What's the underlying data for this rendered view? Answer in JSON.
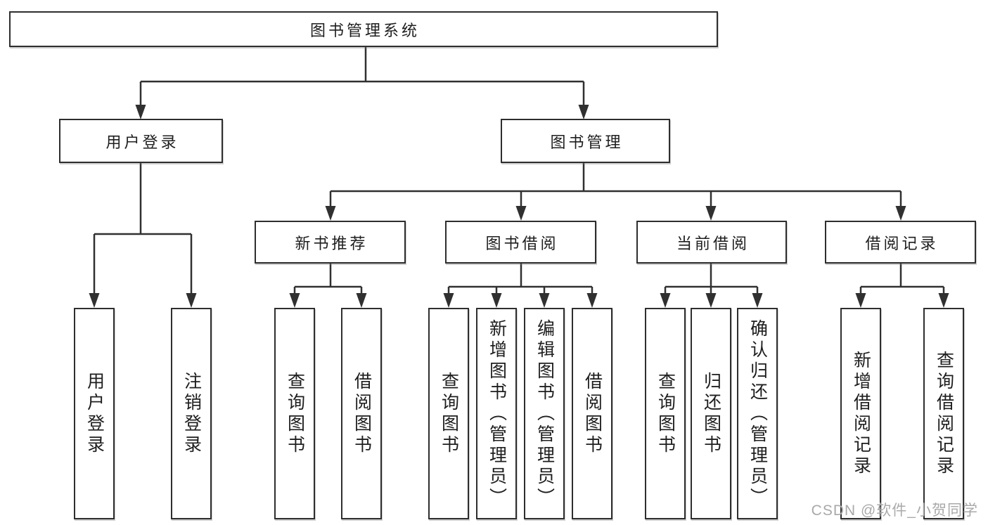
{
  "diagram": {
    "type": "hierarchy-tree",
    "watermark": "CSDN @软件_小贺同学",
    "colors": {
      "background": "#ffffff",
      "line": "#303030",
      "box_border": "#2e2e2e",
      "box_fill": "#ffffff",
      "text": "#1e1e1e",
      "watermark_text": "#a9a9a9"
    },
    "tree": {
      "root": {
        "label": "图书管理系统",
        "children": [
          {
            "label": "用户登录",
            "children": [
              {
                "label": "用户登录"
              },
              {
                "label": "注销登录"
              }
            ]
          },
          {
            "label": "图书管理",
            "children": [
              {
                "label": "新书推荐",
                "children": [
                  {
                    "label": "查询图书"
                  },
                  {
                    "label": "借阅图书"
                  }
                ]
              },
              {
                "label": "图书借阅",
                "children": [
                  {
                    "label": "查询图书"
                  },
                  {
                    "label": "新增图书（管理员）"
                  },
                  {
                    "label": "编辑图书（管理员）"
                  },
                  {
                    "label": "借阅图书"
                  }
                ]
              },
              {
                "label": "当前借阅",
                "children": [
                  {
                    "label": "查询图书"
                  },
                  {
                    "label": "归还图书"
                  },
                  {
                    "label": "确认归还（管理员）"
                  }
                ]
              },
              {
                "label": "借阅记录",
                "children": [
                  {
                    "label": "新增借阅记录"
                  },
                  {
                    "label": "查询借阅记录"
                  }
                ]
              }
            ]
          }
        ]
      }
    }
  }
}
